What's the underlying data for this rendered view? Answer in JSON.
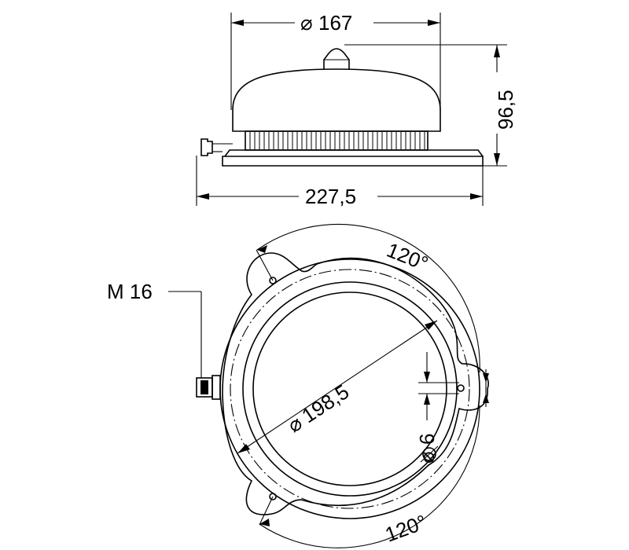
{
  "dimensions": {
    "top_diameter": "167",
    "height": "96,5",
    "base_width": "227,5",
    "bolt_circle": "198,5",
    "hole_diameter": "6",
    "angle_upper": "120°",
    "angle_lower": "120°",
    "thread": "M 16"
  },
  "symbols": {
    "diameter": "⌀"
  },
  "colors": {
    "line": "#000000",
    "background": "#ffffff"
  }
}
